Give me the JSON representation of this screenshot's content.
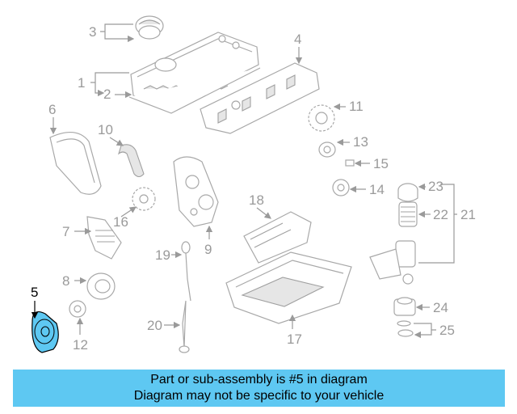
{
  "callouts": {
    "c1": "1",
    "c2": "2",
    "c3": "3",
    "c4": "4",
    "c5": "5",
    "c6": "6",
    "c7": "7",
    "c8": "8",
    "c9": "9",
    "c10": "10",
    "c11": "11",
    "c12": "12",
    "c13": "13",
    "c14": "14",
    "c15": "15",
    "c16": "16",
    "c17": "17",
    "c18": "18",
    "c19": "19",
    "c20": "20",
    "c21": "21",
    "c22": "22",
    "c23": "23",
    "c24": "24",
    "c25": "25"
  },
  "highlight": {
    "color": "#5ec8f2"
  },
  "banner": {
    "line1": "Part or sub-assembly is #5 in diagram",
    "line2": "Diagram may not be specific to your vehicle",
    "color": "#5ec8f2"
  }
}
